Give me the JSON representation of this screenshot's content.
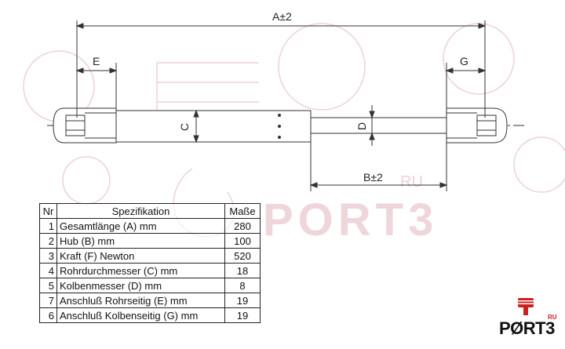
{
  "dimensions": {
    "A": "A±2",
    "B": "B±2",
    "C": "C",
    "D": "D",
    "E": "E",
    "G": "G"
  },
  "table": {
    "headers": [
      "Nr",
      "Spezifikation",
      "Maße"
    ],
    "rows": [
      {
        "nr": "1",
        "spec": "Gesamtlänge (A) mm",
        "value": "280"
      },
      {
        "nr": "2",
        "spec": "Hub (B)  mm",
        "value": "100"
      },
      {
        "nr": "3",
        "spec": "Kraft (F) Newton",
        "value": "520"
      },
      {
        "nr": "4",
        "spec": "Rohrdurchmesser (C) mm",
        "value": "18"
      },
      {
        "nr": "5",
        "spec": "Kolbenmesser (D) mm",
        "value": "8"
      },
      {
        "nr": "7",
        "spec": "Anschluß Rohrseitig (E) mm",
        "value": "19"
      },
      {
        "nr": "6",
        "spec": "Anschluß Kolbenseitig (G) mm",
        "value": "19"
      }
    ]
  },
  "watermark": {
    "text": "PORT3",
    "suffix": "RU"
  },
  "logo": {
    "text": "PØRT3",
    "suffix": "RU"
  },
  "colors": {
    "line": "#333333",
    "watermark": "#e9c9cf",
    "logo_accent": "#cc1f1f"
  }
}
